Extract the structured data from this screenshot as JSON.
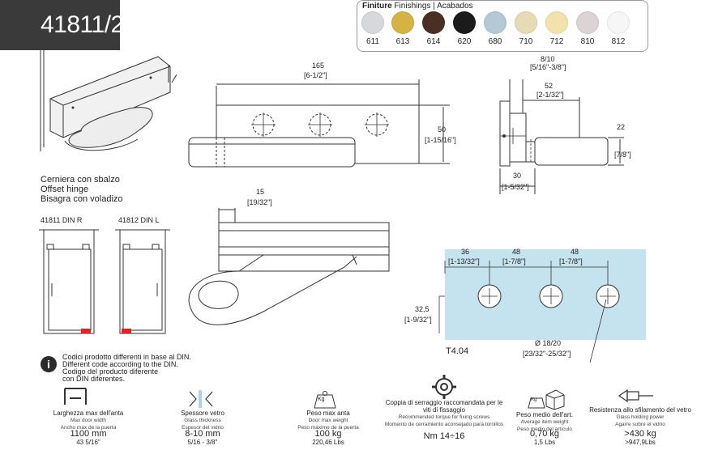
{
  "code": "41811/2",
  "finishes": {
    "title_bold": "Finiture",
    "title_rest": " Finishings | Acabados",
    "items": [
      {
        "code": "611",
        "color": "#d5d9dc"
      },
      {
        "code": "613",
        "color": "#d4b343"
      },
      {
        "code": "614",
        "color": "#4a2f24"
      },
      {
        "code": "620",
        "color": "#1b1b1b"
      },
      {
        "code": "680",
        "color": "#b5c8d6"
      },
      {
        "code": "710",
        "color": "#e7dbb6"
      },
      {
        "code": "712",
        "color": "#f2e2ad"
      },
      {
        "code": "810",
        "color": "#dcd4d4"
      },
      {
        "code": "812",
        "color": "#f6f6f6"
      }
    ]
  },
  "product_name": [
    "Cerniera con sbalzo",
    "Offset hinge",
    "Bisagra con voladizo"
  ],
  "dims": {
    "w165": "165",
    "w165_in": "[6-1/2\"]",
    "h50": "50",
    "h50_in": "[1-15/16\"]",
    "t810": "8/10",
    "t810_in": "[5/16\"-3/8\"]",
    "d52": "52",
    "d52_in": "[2-1/32\"]",
    "h22": "22",
    "h22_in": "[7/8\"]",
    "w30": "30",
    "w30_in": "[1-5/32\"]",
    "o15": "15",
    "o15_in": "[19/32\"]",
    "g36": "36",
    "g36_in": "[1-13/32\"]",
    "g48a": "48",
    "g48a_in": "[1-7/8\"]",
    "g48b": "48",
    "g48b_in": "[1-7/8\"]",
    "v325": "32,5",
    "v325_in": "[1-9/32\"]",
    "hole": "Ø 18/20",
    "hole_in": "[23/32\"-25/32\"]",
    "glass_code": "T4.04"
  },
  "doors": {
    "right": "41811 DIN R",
    "left": "41812 DIN L"
  },
  "note": [
    "Codici prodotto differenti in base al DIN.",
    "Different code according to the DIN.",
    "Codigo del producto diferente",
    "con DIN diferentes."
  ],
  "specs": [
    {
      "t1": "Larghezza max dell'anta",
      "t2": "Max door width",
      "t3": "Ancho max de la puerta",
      "v1": "1100 mm",
      "v2": "43 5/16\""
    },
    {
      "t1": "Spessore vetro",
      "t2": "Glass thickness",
      "t3": "Espesor del vidrio",
      "v1": "8-10 mm",
      "v2": "5/16 - 3/8\""
    },
    {
      "t1": "Peso max anta",
      "t2": "Door max weight",
      "t3": "Peso máximo de la puerta",
      "v1": "100 kg",
      "v2": "220,46 Lbs"
    },
    {
      "t1": "Coppia di serraggio raccomandata per le viti di fissaggio",
      "t2": "Recommended torque for fixing screws",
      "t3": "Momento de cerramiento aconsejado para tornillos",
      "v1": "Nm 14÷16",
      "v2": ""
    },
    {
      "t1": "Peso medio dell'art.",
      "t2": "Average item weight",
      "t3": "Peso medio del artículo",
      "v1": "0,70 kg",
      "v2": "1,5 Lbs"
    },
    {
      "t1": "Resistenza allo sfilamento del vetro",
      "t2": "Glass holding power",
      "t3": "Agarre sobre el vidrio",
      "v1": ">430 kg",
      "v2": ">947,9Lbs"
    }
  ],
  "kg_label": "Kg",
  "colors": {
    "glass": "#c5e3ef",
    "dark": "#3a3a3a",
    "red": "#e0242a"
  }
}
